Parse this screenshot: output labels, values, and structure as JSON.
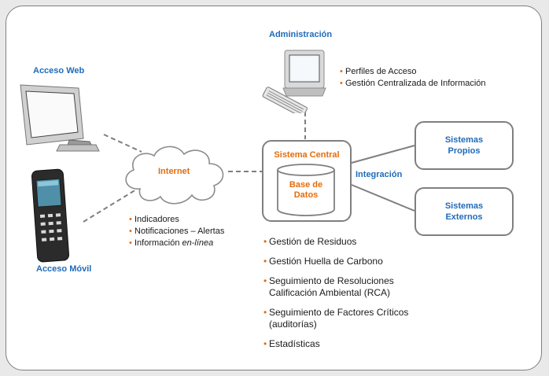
{
  "diagram": {
    "admin": {
      "label": "Administración",
      "items": [
        "Perfiles de Acceso",
        "Gestión Centralizada de Información"
      ]
    },
    "web": {
      "label": "Acceso Web"
    },
    "mobile": {
      "label": "Acceso Móvil"
    },
    "internet": {
      "label": "Internet",
      "items": [
        {
          "text": "Indicadores",
          "em": ""
        },
        {
          "text": "Notificaciones – Alertas",
          "em": ""
        },
        {
          "text": "Información ",
          "em": "en-línea"
        }
      ]
    },
    "central": {
      "label": "Sistema Central",
      "db_line1": "Base de",
      "db_line2": "Datos"
    },
    "integration": {
      "label": "Integración"
    },
    "propios": {
      "line1": "Sistemas",
      "line2": "Propios"
    },
    "externos": {
      "line1": "Sistemas",
      "line2": "Externos"
    },
    "features": [
      "Gestión de Residuos",
      "Gestión Huella de Carbono",
      "Seguimiento de Resoluciones Calificación Ambiental (RCA)",
      "Seguimiento de Factores Críticos (auditorías)",
      "Estadísticas"
    ],
    "colors": {
      "accent_blue": "#1f6bb8",
      "accent_orange": "#e46c0a",
      "border_gray": "#7f7f7f"
    },
    "icons": [
      "desktop-computer-icon",
      "monitor-icon",
      "mobile-phone-icon",
      "cloud-icon",
      "database-icon"
    ]
  }
}
